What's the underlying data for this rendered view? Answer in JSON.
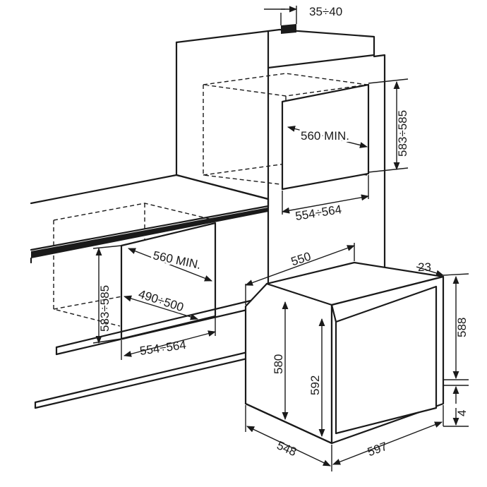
{
  "dimensions": {
    "top_clearance": "35÷40",
    "wall_height": "583÷585",
    "wall_min_depth": "560 MIN.",
    "wall_width": "554÷564",
    "under_height": "583÷585",
    "under_min_depth": "560 MIN.",
    "under_depth_range": "490÷500",
    "under_width": "554÷564",
    "oven_depth_top": "550",
    "oven_front_protrusion": "23",
    "oven_door_height": "588",
    "oven_body_height": "580",
    "oven_inner_height": "592",
    "oven_bottom_gap": "4",
    "oven_depth_bottom": "548",
    "oven_width": "597"
  }
}
